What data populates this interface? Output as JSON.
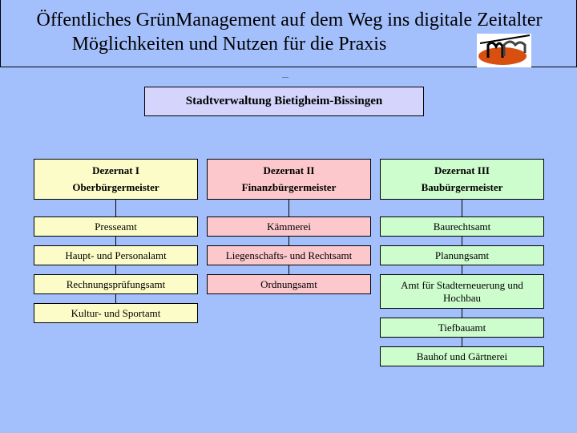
{
  "header": {
    "title_line1": "Öffentliches GrünManagement auf dem Weg ins digitale Zeitalter",
    "title_line2": "Möglichkeiten und Nutzen für die Praxis",
    "logo": "BM logo"
  },
  "dots": "----",
  "root": "Stadtverwaltung Bietigheim-Bissingen",
  "columns": [
    {
      "title": "Dezernat I",
      "subtitle": "Oberbürgermeister",
      "color": "#fcfcc8",
      "items": [
        "Presseamt",
        "Haupt- und Personalamt",
        "Rechnungsprüfungsamt",
        "Kultur- und Sportamt"
      ]
    },
    {
      "title": "Dezernat II",
      "subtitle": "Finanzbürgermeister",
      "color": "#fcc8cc",
      "items": [
        "Kämmerei",
        "Liegenschafts- und Rechtsamt",
        "Ordnungsamt"
      ]
    },
    {
      "title": "Dezernat III",
      "subtitle": "Baubürgermeister",
      "color": "#cdfccd",
      "items": [
        "Baurechtsamt",
        "Planungsamt",
        "Amt für Stadterneuerung und Hochbau",
        "Tiefbauamt",
        "Bauhof und Gärtnerei"
      ]
    }
  ]
}
